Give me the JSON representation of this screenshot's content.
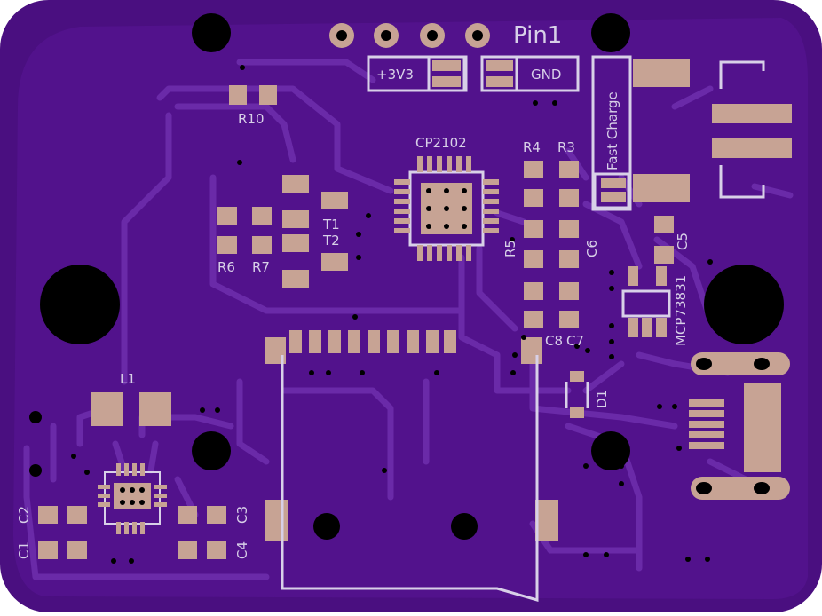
{
  "colors": {
    "board": "#4a0f80",
    "copper": "#5a1a94",
    "trace": "#6a2aa8",
    "pad": "#c7a394",
    "silk": "#d8d0e8",
    "hole": "#000000"
  },
  "silkscreen": {
    "pin1": "Pin1",
    "v3": "+3V3",
    "gnd": "GND",
    "fast_charge": "Fast Charge",
    "r10": "R10",
    "cp2102": "CP2102",
    "r4": "R4",
    "r3": "R3",
    "t1": "T1",
    "t2": "T2",
    "r6": "R6",
    "r7": "R7",
    "r5": "R5",
    "c6": "C6",
    "c5": "C5",
    "mcp": "MCP73831",
    "c8": "C8",
    "c7": "C7",
    "d1": "D1",
    "l1": "L1",
    "c1": "C1",
    "c2": "C2",
    "c3": "C3",
    "c4": "C4"
  }
}
